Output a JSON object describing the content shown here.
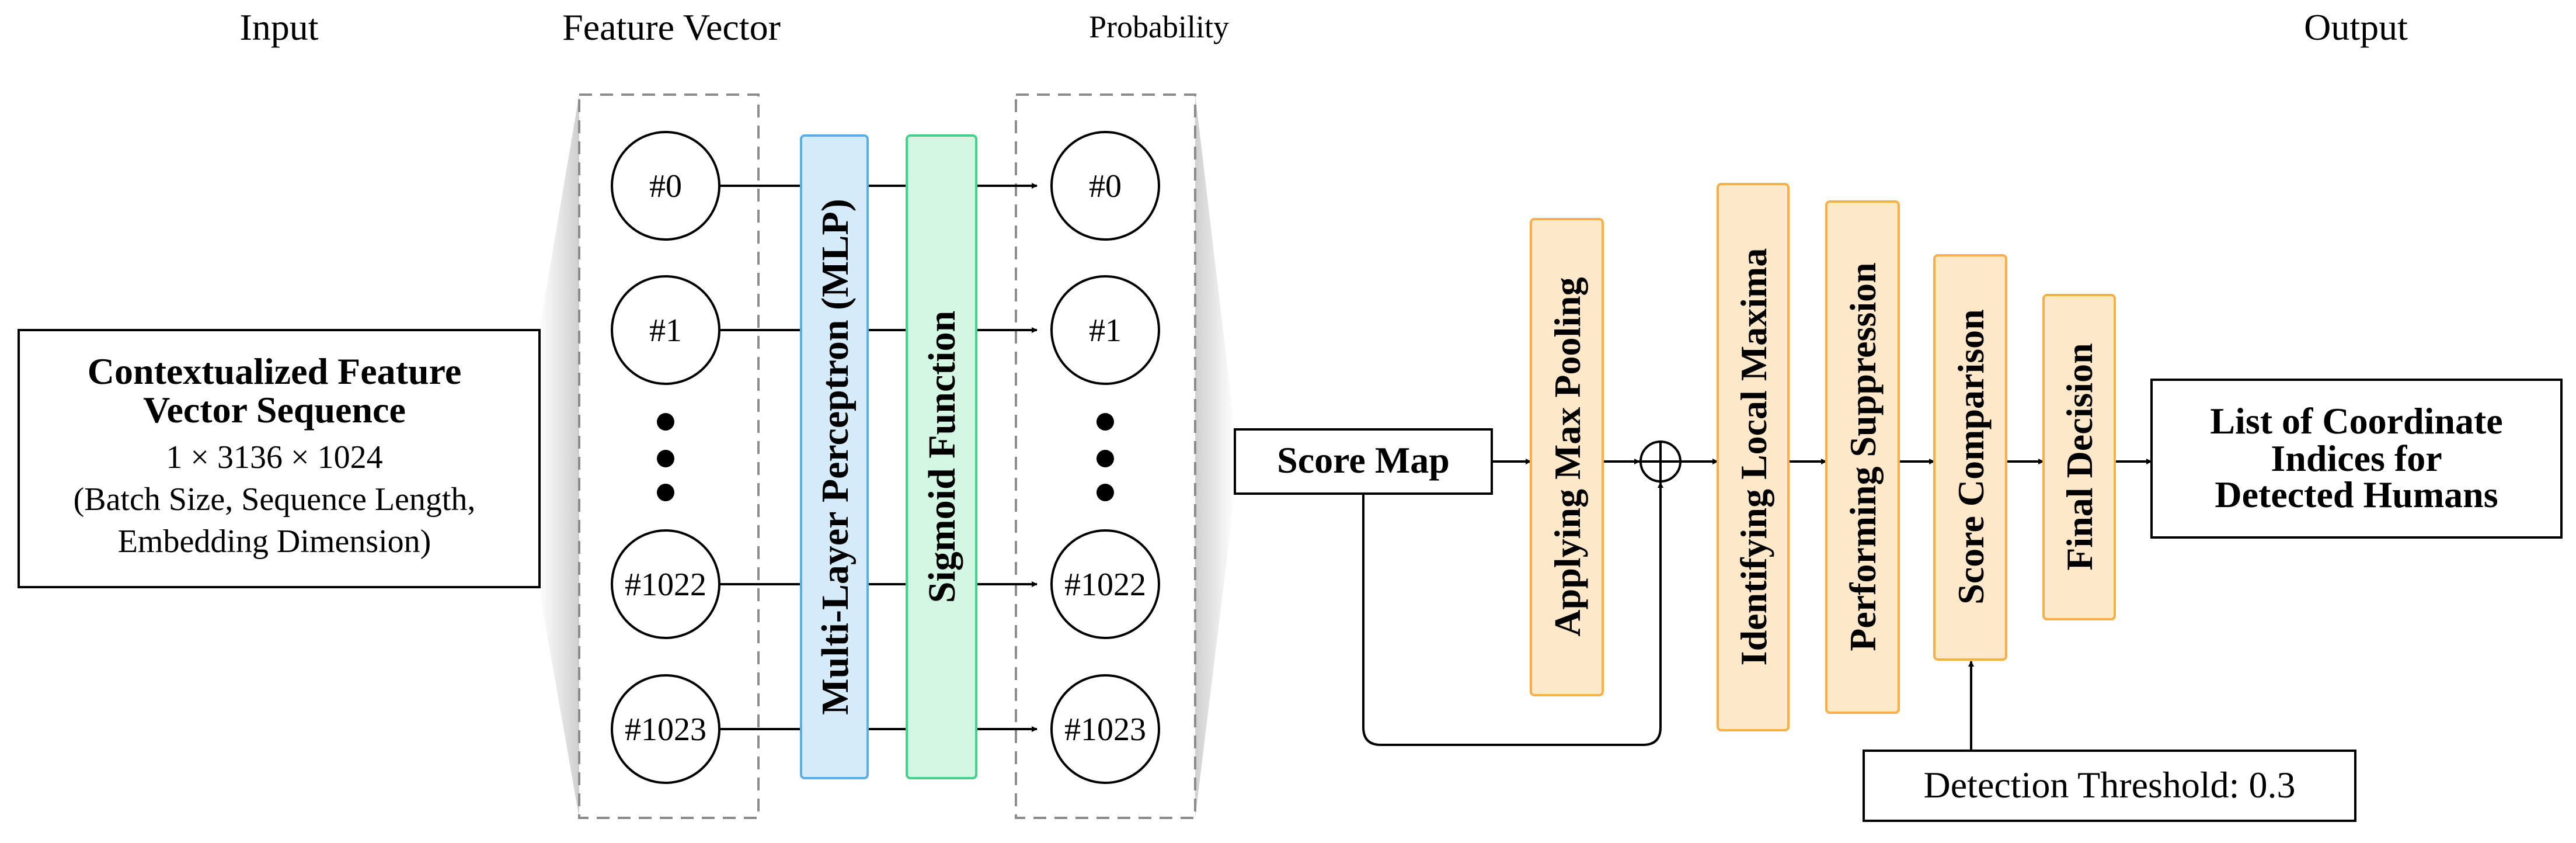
{
  "headers": {
    "input": "Input",
    "feature_vector": "Feature Vector",
    "probability": "Probability",
    "output": "Output"
  },
  "input_box": {
    "title_line1": "Contextualized Feature",
    "title_line2": "Vector Sequence",
    "shape": "1 × 3136 × 1024",
    "dims_line1": "(Batch Size, Sequence Length,",
    "dims_line2": "Embedding Dimension)"
  },
  "feature_nodes": [
    "#0",
    "#1",
    "#1022",
    "#1023"
  ],
  "probability_nodes": [
    "#0",
    "#1",
    "#1022",
    "#1023"
  ],
  "mlp_label": "Multi-Layer Perceptron (MLP)",
  "sigmoid_label": "Sigmoid Function",
  "score_map_label": "Score Map",
  "steps": {
    "max_pooling": "Applying Max Pooling",
    "local_maxima": "Identifying Local Maxima",
    "suppression": "Performing Suppression",
    "score_comparison": "Score Comparison",
    "final_decision": "Final Decision"
  },
  "threshold_label": "Detection Threshold: 0.3",
  "output_box": {
    "line1": "List of Coordinate",
    "line2": "Indices for",
    "line3": "Detected Humans"
  },
  "colors": {
    "mlp_fill": "#d6ebfa",
    "mlp_stroke": "#5aaee6",
    "sigmoid_fill": "#d4f7e3",
    "sigmoid_stroke": "#46d18a",
    "step_fill": "#fde9c9",
    "step_stroke": "#f5b04a",
    "dashed": "#8c8c8c",
    "fan": "#dcdcdc"
  }
}
